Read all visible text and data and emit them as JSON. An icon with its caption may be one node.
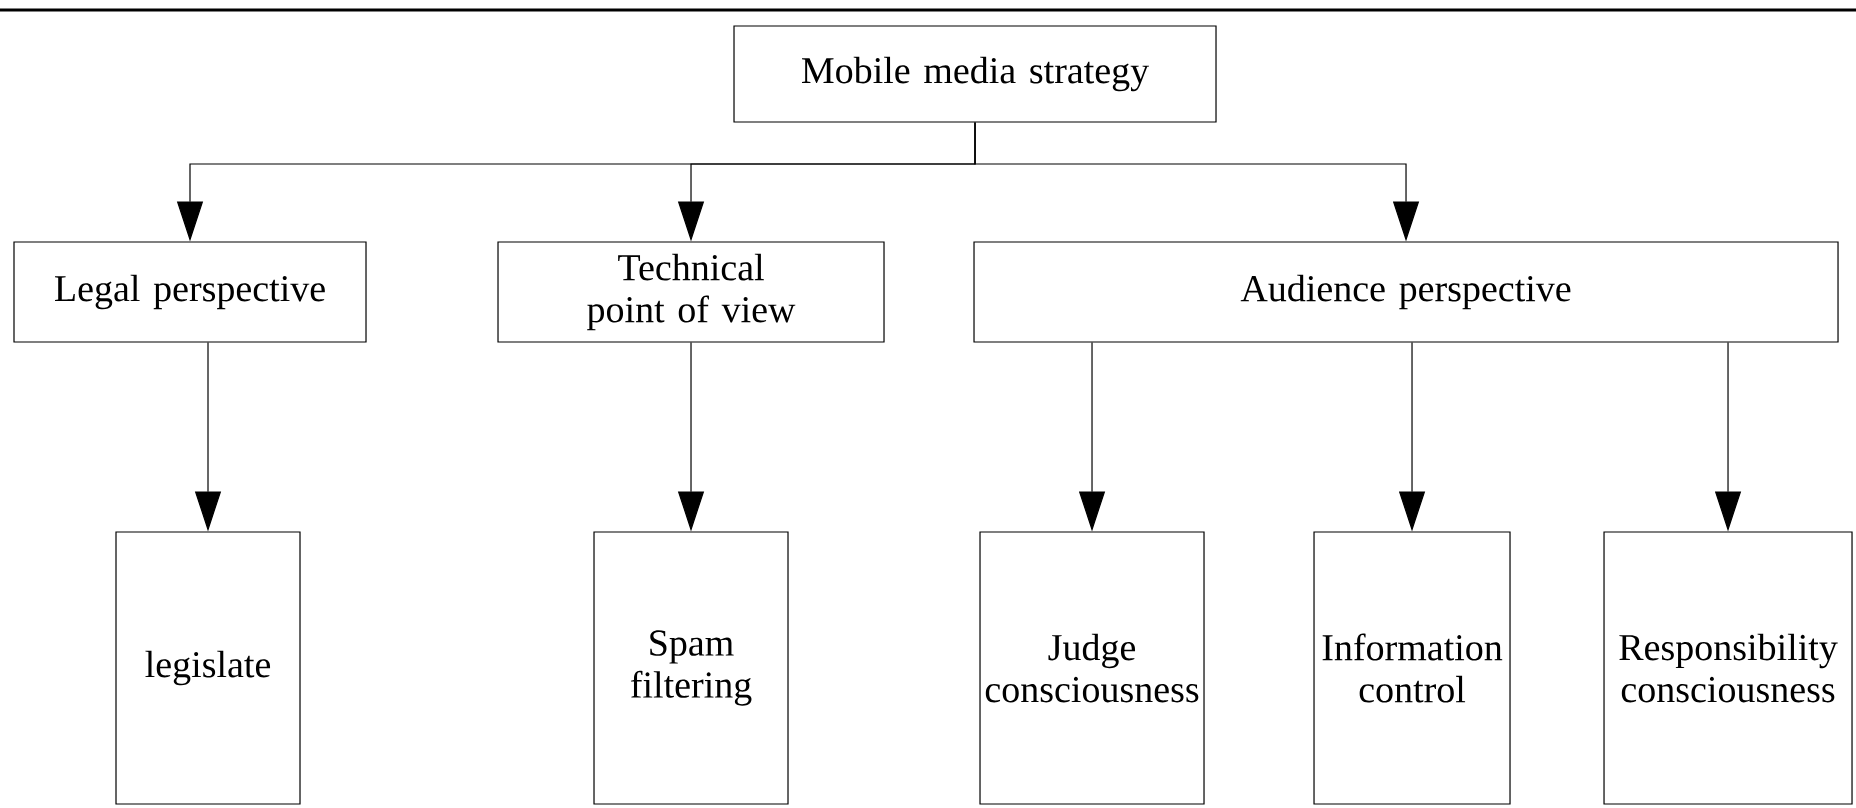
{
  "diagram": {
    "nodes": [
      {
        "text": [
          "Mobile media strategy"
        ]
      },
      {
        "text": [
          "Legal perspective"
        ]
      },
      {
        "text": [
          "Technical point of view"
        ]
      },
      {
        "text": [
          "Audience perspective"
        ]
      },
      {
        "text": [
          "legislate"
        ]
      },
      {
        "text": [
          "Spam filtering"
        ]
      },
      {
        "text": [
          "Judge consciousness"
        ]
      },
      {
        "text": [
          "Information control"
        ]
      },
      {
        "text": [
          "Responsibility consciousness"
        ]
      }
    ],
    "edges": [
      {
        "from": 0,
        "to": 1,
        "arrow": "to"
      },
      {
        "from": 0,
        "to": 2,
        "arrow": "to"
      },
      {
        "from": 0,
        "to": 3,
        "arrow": "to"
      },
      {
        "from": 1,
        "to": 4,
        "arrow": "to"
      },
      {
        "from": 2,
        "to": 5,
        "arrow": "to"
      },
      {
        "from": 3,
        "to": 6,
        "arrow": "to"
      },
      {
        "from": 3,
        "to": 7,
        "arrow": "to"
      },
      {
        "from": 3,
        "to": 8,
        "arrow": "to"
      }
    ]
  }
}
